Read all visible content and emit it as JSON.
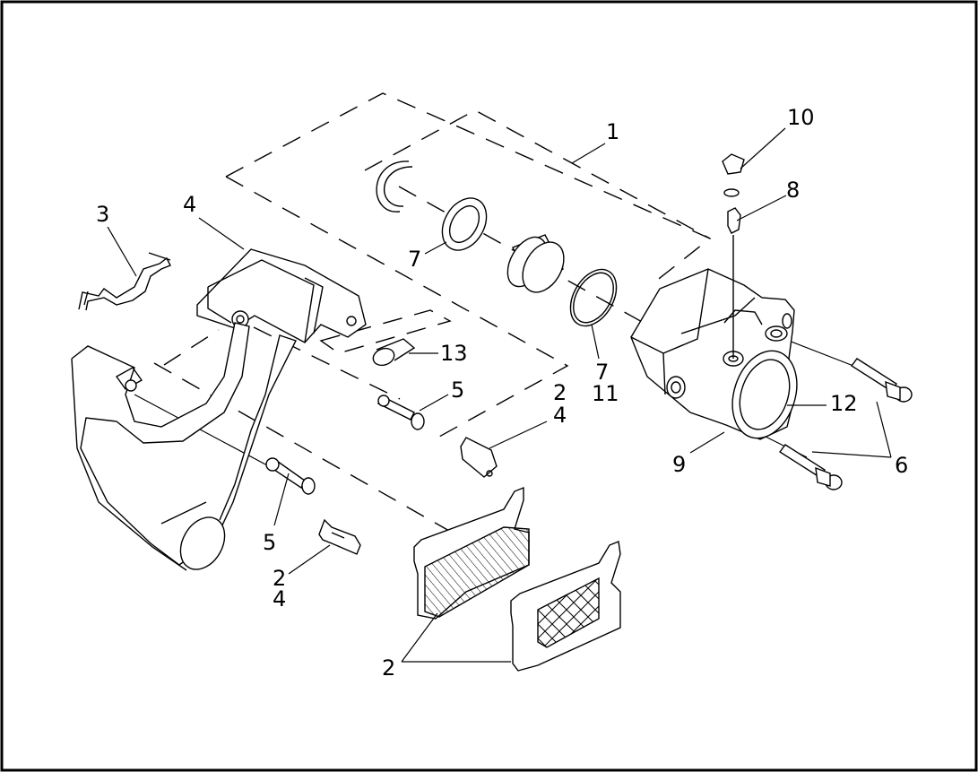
{
  "callouts": [
    {
      "id": "c1",
      "text": "1"
    },
    {
      "id": "c10",
      "text": "10"
    },
    {
      "id": "c8",
      "text": "8"
    },
    {
      "id": "c3",
      "text": "3"
    },
    {
      "id": "c4a",
      "text": "4"
    },
    {
      "id": "c7a",
      "text": "7"
    },
    {
      "id": "c13",
      "text": "13"
    },
    {
      "id": "c5a",
      "text": "5"
    },
    {
      "id": "c2a",
      "text": "2"
    },
    {
      "id": "c4b",
      "text": "4"
    },
    {
      "id": "c7b",
      "text": "7"
    },
    {
      "id": "c11",
      "text": "11"
    },
    {
      "id": "c12",
      "text": "12"
    },
    {
      "id": "c9",
      "text": "9"
    },
    {
      "id": "c6",
      "text": "6"
    },
    {
      "id": "c5b",
      "text": "5"
    },
    {
      "id": "c2b",
      "text": "2"
    },
    {
      "id": "c4c",
      "text": "4"
    },
    {
      "id": "c2c",
      "text": "2"
    }
  ]
}
